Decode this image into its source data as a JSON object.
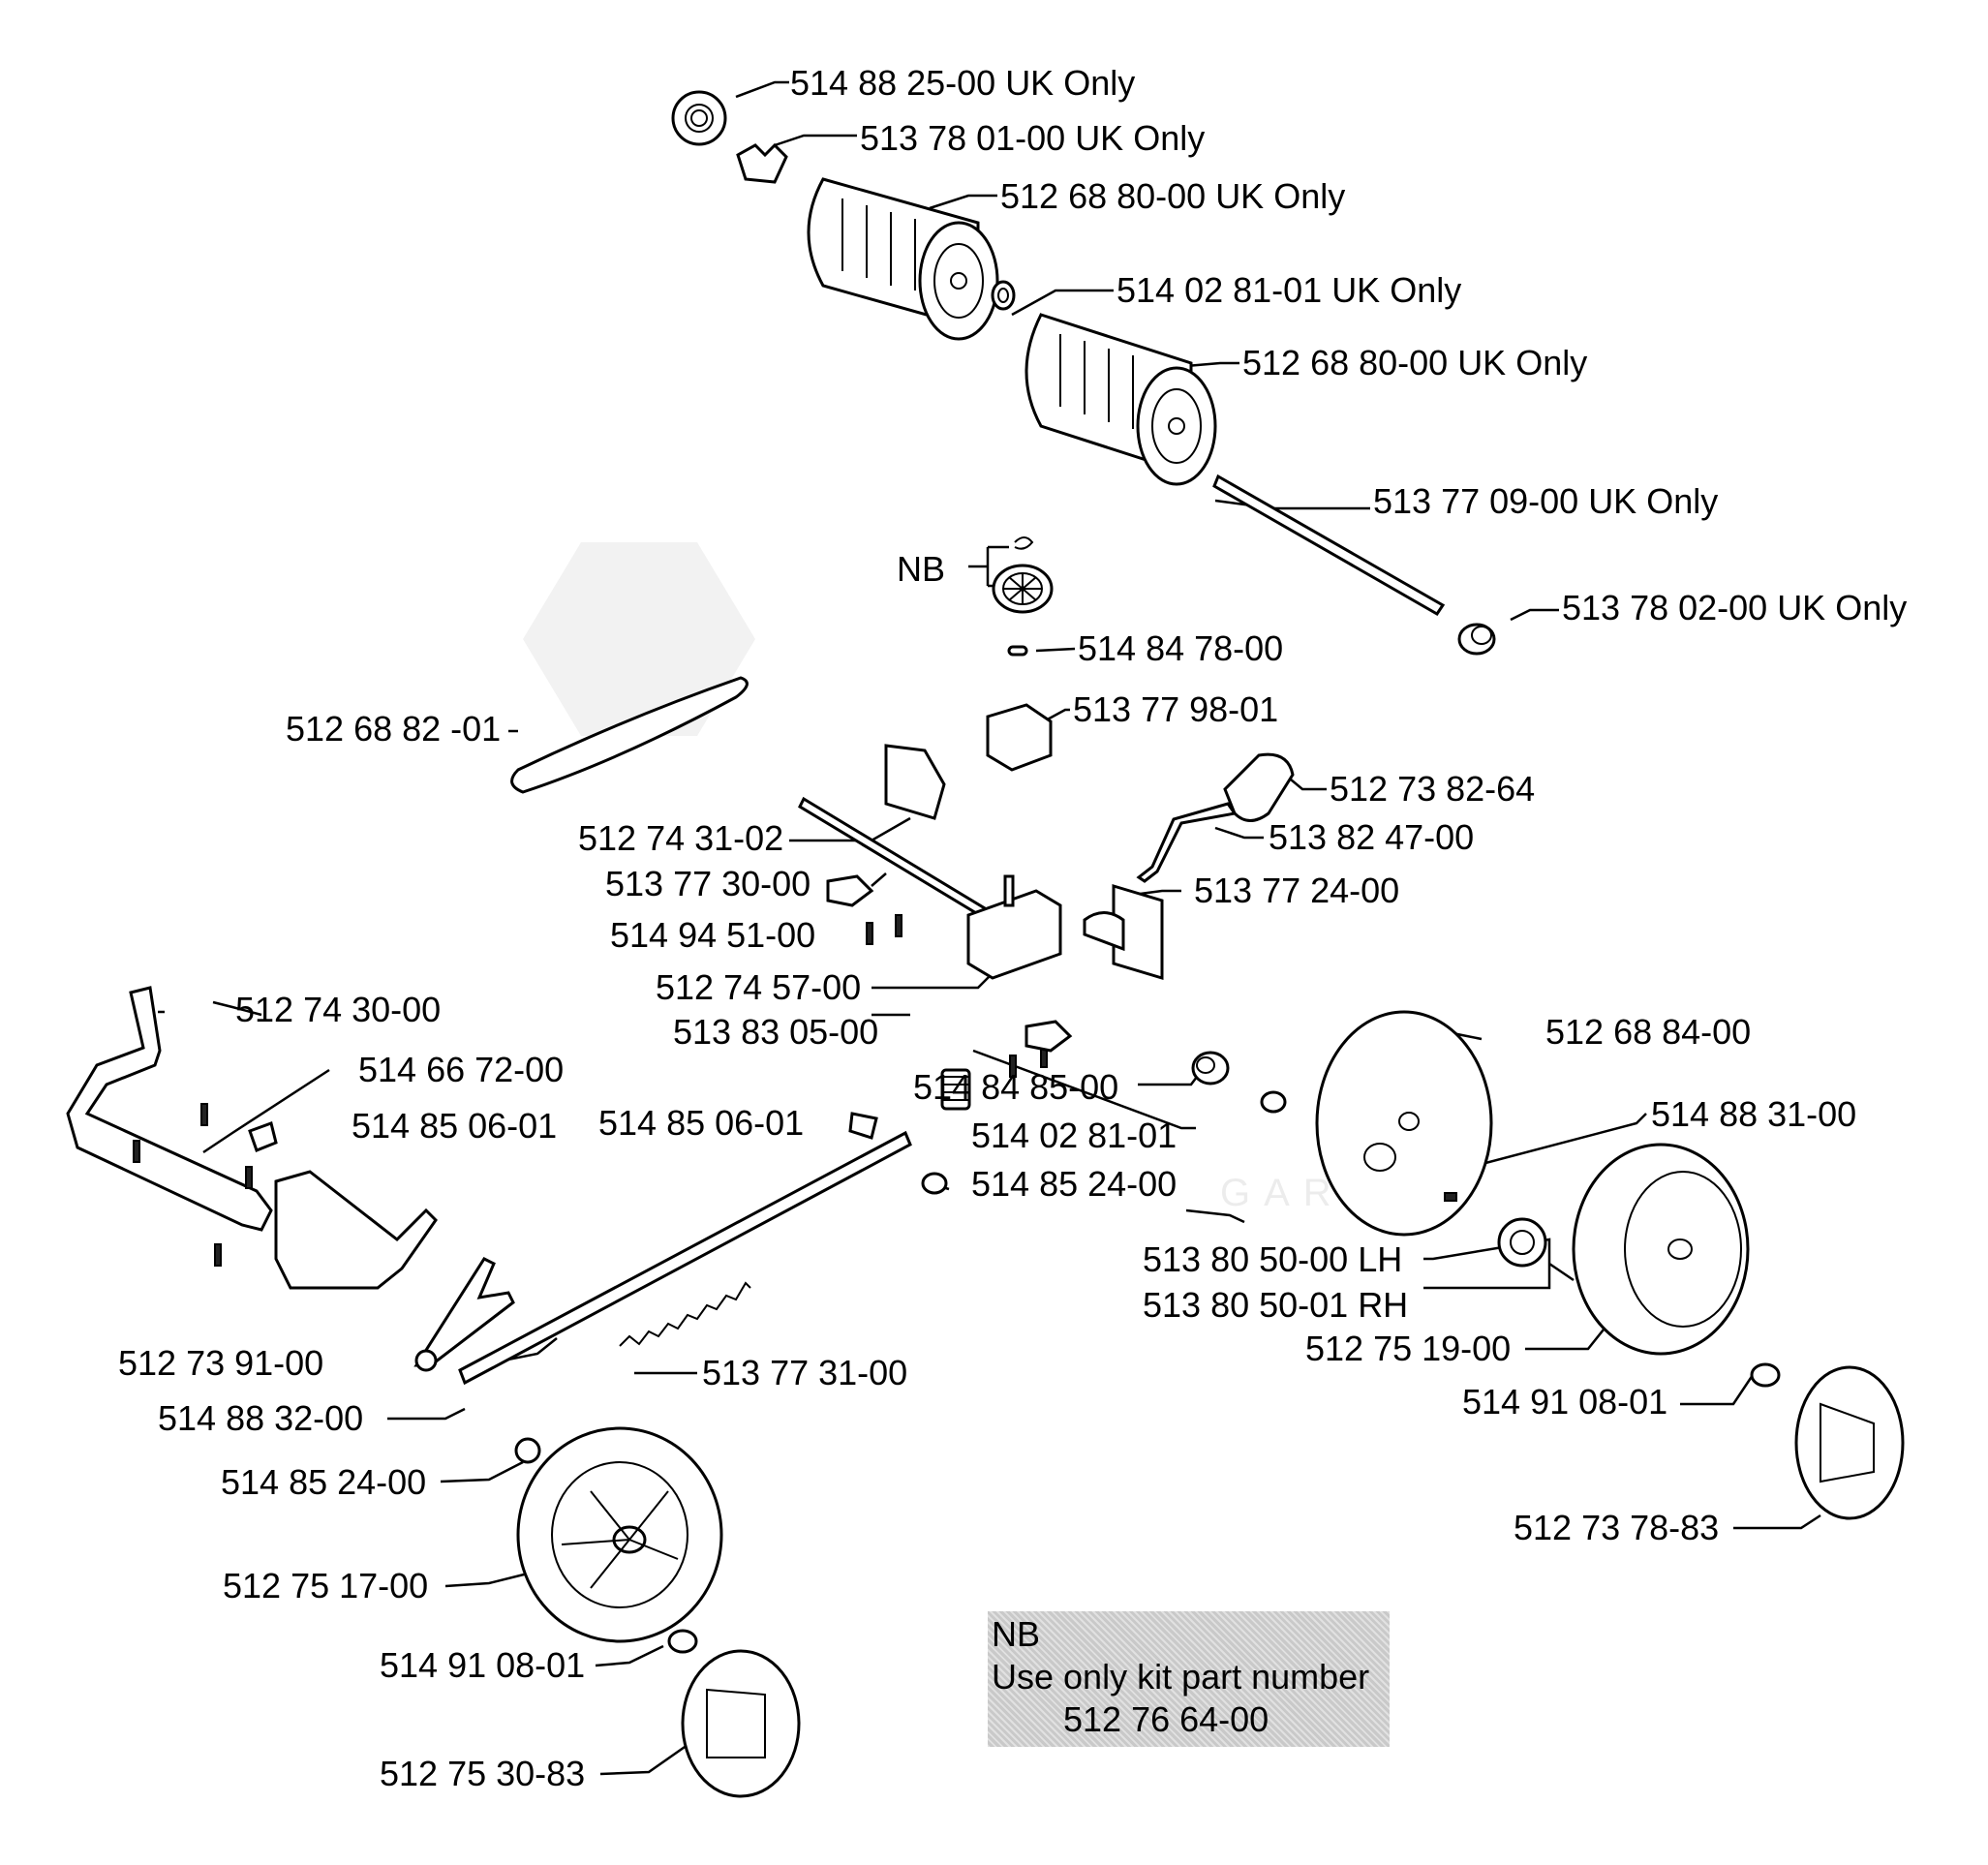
{
  "labels": {
    "l01": "514 88 25-00 UK Only",
    "l02": "513 78 01-00 UK Only",
    "l03": "512 68 80-00 UK Only",
    "l04": "514 02 81-01 UK Only",
    "l05": "512 68 80-00 UK Only",
    "l06": "513 77 09-00 UK Only",
    "l07": "NB",
    "l08": "513 78 02-00 UK Only",
    "l09": "514 84 78-00",
    "l10": "513 77 98-01",
    "l11": "512 68 82 -01",
    "l12": "512 73 82-64",
    "l13": "512 74 31-02",
    "l14": "513 82 47-00",
    "l15": "513 77 30-00",
    "l16": "513 77 24-00",
    "l17": "514 94 51-00",
    "l18": "512 74 57-00",
    "l19": "512 74 30-00",
    "l20": "513 83 05-00",
    "l21": "512 68 84-00",
    "l22": "514 66 72-00",
    "l23": "514 84 85-00",
    "l24": "514 85 06-01",
    "l25": "514 85 06-01",
    "l26": "514 02 81-01",
    "l27": "514 88 31-00",
    "l28": "514 85 24-00",
    "l29": "513 80 50-00 LH",
    "l30": "513 80 50-01 RH",
    "l31": "512 75 19-00",
    "l32": "512 73 91-00",
    "l33": "513 77 31-00",
    "l34": "514 91 08-01",
    "l35": "514 88 32-00",
    "l36": "514 85 24-00",
    "l37": "512 73 78-83",
    "l38": "512 75 17-00",
    "l39": "514 91 08-01",
    "l40": "512 75 30-83"
  },
  "note": {
    "line1": "NB",
    "line2": "Use only kit part number",
    "line3": "512 76 64-00"
  },
  "watermark": "GARDEN"
}
